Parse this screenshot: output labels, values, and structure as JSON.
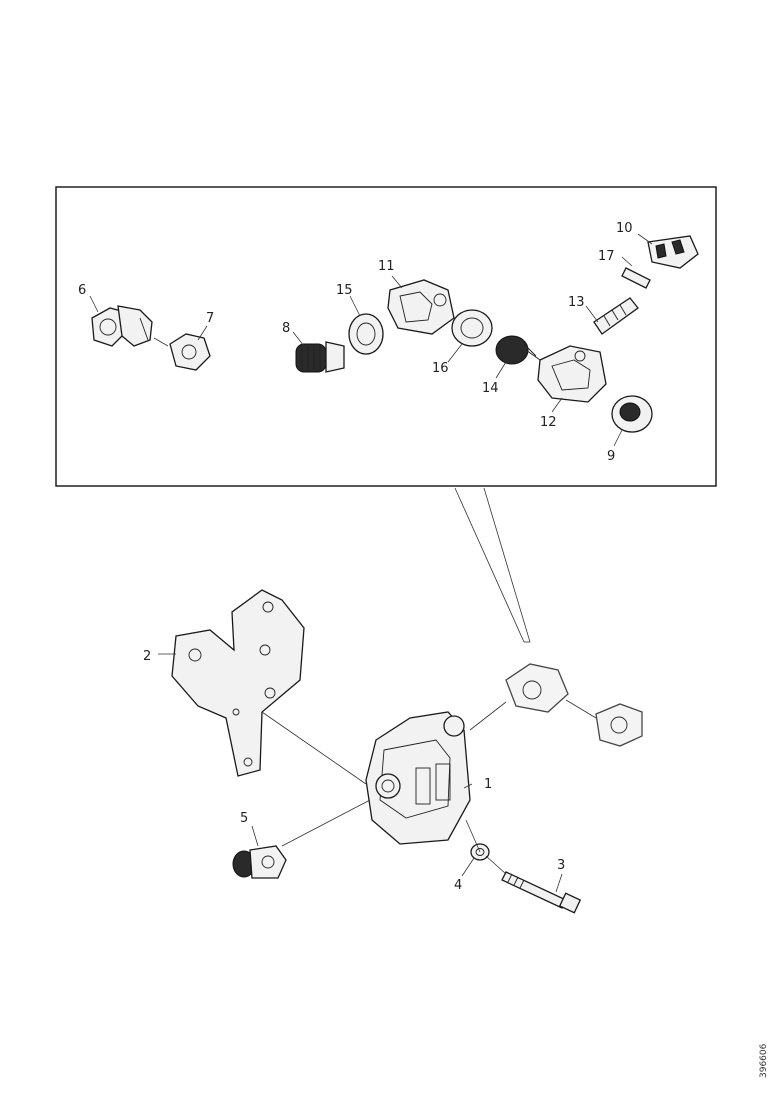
{
  "callouts": {
    "c1": "1",
    "c2": "2",
    "c3": "3",
    "c4": "4",
    "c5": "5",
    "c6": "6",
    "c7": "7",
    "c8": "8",
    "c9": "9",
    "c10": "10",
    "c11": "11",
    "c12": "12",
    "c13": "13",
    "c14": "14",
    "c15": "15",
    "c16": "16",
    "c17": "17"
  },
  "document_id": "396606"
}
